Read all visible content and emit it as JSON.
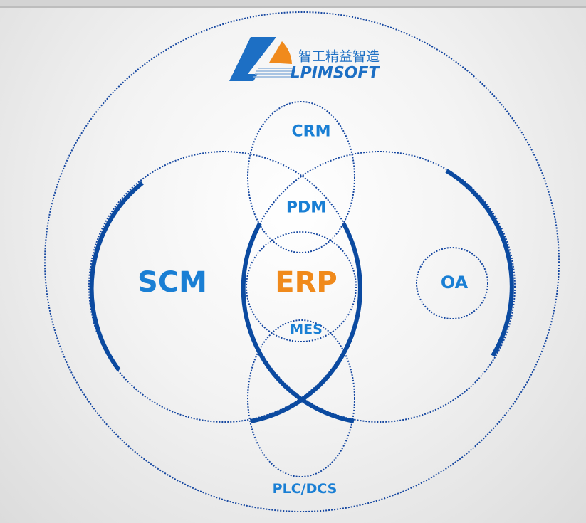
{
  "logo": {
    "chinese": "智工精益智造",
    "brand": "LPIMSOFT"
  },
  "labels": {
    "crm": "CRM",
    "pdm": "PDM",
    "scm": "SCM",
    "erp": "ERP",
    "mes": "MES",
    "oa": "OA",
    "plc_dcs": "PLC/DCS"
  },
  "colors": {
    "label_blue": "#1a7fd4",
    "erp_orange": "#f08a1c",
    "ring_blue": "#0b4aa0"
  }
}
